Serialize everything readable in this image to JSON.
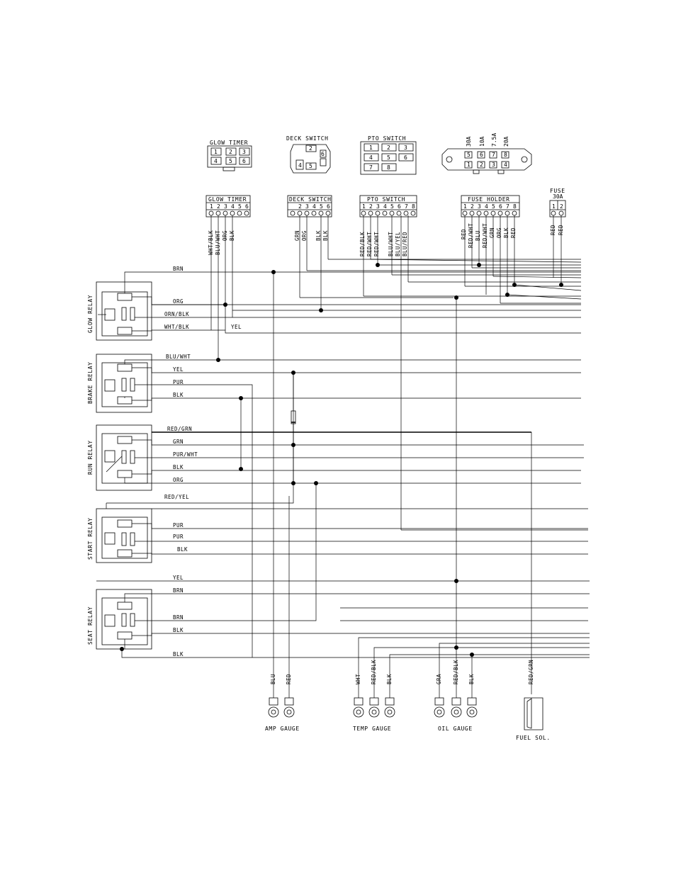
{
  "connectors_top": {
    "glow_timer": {
      "title": "GLOW TIMER",
      "pins": [
        "1",
        "2",
        "3",
        "4",
        "5",
        "6"
      ]
    },
    "deck_switch": {
      "title": "DECK SWITCH",
      "pins": [
        "2",
        "4",
        "5",
        "6"
      ]
    },
    "pto_switch": {
      "title": "PTO SWITCH",
      "pins": [
        "1",
        "2",
        "3",
        "4",
        "5",
        "6",
        "7",
        "8"
      ]
    },
    "fuse_block": {
      "ratings": [
        "30A",
        "10A",
        "7.5A",
        "20A"
      ],
      "pins": [
        "5",
        "6",
        "7",
        "8",
        "1",
        "2",
        "3",
        "4"
      ]
    }
  },
  "headers": {
    "glow_timer": {
      "title": "GLOW TIMER",
      "pins": [
        "1",
        "2",
        "3",
        "4",
        "5",
        "6"
      ],
      "wires": [
        "WHT/BLK",
        "BLU/WHT",
        "ORG",
        "BLK"
      ]
    },
    "deck_switch": {
      "title": "DECK SWITCH",
      "pins": [
        "2",
        "3",
        "4",
        "5",
        "6"
      ],
      "wires": [
        "GRN",
        "ORG",
        "BLK",
        "BLK"
      ]
    },
    "pto_switch": {
      "title": "PTO SWITCH",
      "pins": [
        "1",
        "2",
        "3",
        "4",
        "5",
        "6",
        "7",
        "8"
      ],
      "wires": [
        "RED/BLK",
        "RED/WHT",
        "RED/WHT",
        "BLU/WHT",
        "BLU/YEL",
        "BLU/RED"
      ]
    },
    "fuse_holder": {
      "title": "FUSE HOLDER",
      "pins": [
        "1",
        "2",
        "3",
        "4",
        "5",
        "6",
        "7",
        "8"
      ],
      "wires": [
        "RED",
        "RED/WHT",
        "BLU",
        "RED/WHT",
        "GRN",
        "ORG",
        "BLK",
        "RED"
      ]
    },
    "fuse": {
      "title": "FUSE",
      "rating": "30A",
      "pins": [
        "1",
        "2"
      ],
      "wires": [
        "RED",
        "RED"
      ]
    }
  },
  "relays": {
    "glow": {
      "title": "GLOW RELAY",
      "wires": [
        "BRN",
        "ORG",
        "ORN/BLK",
        "WHT/BLK",
        "YEL"
      ]
    },
    "brake": {
      "title": "BRAKE RELAY",
      "wires": [
        "BLU/WHT",
        "YEL",
        "PUR",
        "BLK"
      ]
    },
    "run": {
      "title": "RUN RELAY",
      "wires": [
        "RED/GRN",
        "GRN",
        "PUR/WHT",
        "BLK",
        "ORG"
      ]
    },
    "start": {
      "title": "START RELAY",
      "wires": [
        "RED/YEL",
        "PUR",
        "PUR",
        "BLK"
      ]
    },
    "seat": {
      "title": "SEAT RELAY",
      "wires": [
        "YEL",
        "BRN",
        "BRN",
        "BLK",
        "BLK"
      ]
    }
  },
  "gauges": {
    "amp": {
      "title": "AMP GAUGE",
      "wires": [
        "BLU",
        "RED"
      ]
    },
    "temp": {
      "title": "TEMP GAUGE",
      "wires": [
        "WHT",
        "RED/BLK",
        "BLK"
      ]
    },
    "oil": {
      "title": "OIL GAUGE",
      "wires": [
        "GRA",
        "RED/BLK",
        "BLK"
      ]
    },
    "fuel": {
      "title": "FUEL SOL.",
      "wires": [
        "RED/GRN"
      ]
    }
  }
}
